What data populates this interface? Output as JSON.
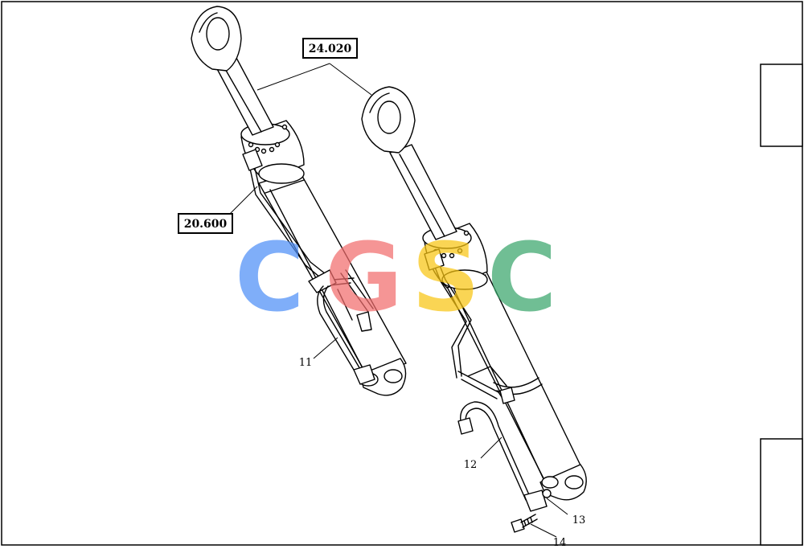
{
  "callouts": {
    "ref_a": "24.020",
    "ref_b": "20.600"
  },
  "part_numbers": {
    "p11": "11",
    "p12": "12",
    "p13": "13",
    "p14": "14"
  },
  "watermark": {
    "letters": [
      "C",
      "G",
      "S",
      "C"
    ],
    "colors": [
      "#4f8ff7",
      "#f26d6d",
      "#f9c513",
      "#3aa66b"
    ]
  },
  "colors": {
    "line": "#000000",
    "background": "#ffffff"
  }
}
